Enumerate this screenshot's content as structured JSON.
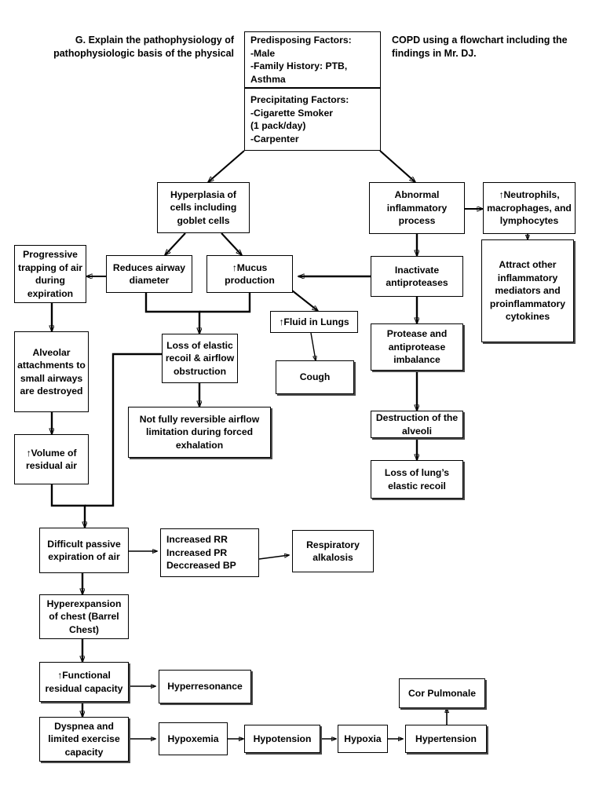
{
  "document": {
    "title": "COPD Pathophysiology Flowchart",
    "header_left": "G. Explain the pathophysiology of pathophysiologic basis of the physical",
    "header_right": "COPD using a flowchart including the findings in Mr. DJ."
  },
  "factors": {
    "predisposing": "Predisposing Factors:\n-Male\n-Family History: PTB, Asthma",
    "precipitating": "Precipitating Factors:\n-Cigarette Smoker\n(1 pack/day)\n-Carpenter"
  },
  "nodes": {
    "hyperplasia": "Hyperplasia of cells including goblet cells",
    "abnormal_inflammatory": "Abnormal inflammatory process",
    "neutrophils": "↑Neutrophils, macrophages, and lymphocytes",
    "progressive_trapping": "Progressive trapping of air during expiration",
    "reduces_airway": "Reduces airway diameter",
    "mucus_production": "↑Mucus production",
    "inactivate_antiproteases": "Inactivate antiproteases",
    "attract_mediators": "Attract other inflammatory mediators and proinflammatory cytokines",
    "fluid_in_lungs": "↑Fluid in Lungs",
    "protease_imbalance": "Protease and antiprotease imbalance",
    "alveolar_attachments": "Alveolar attachments to small airways are destroyed",
    "loss_elastic_recoil": "Loss of elastic recoil & airflow obstruction",
    "cough": "Cough",
    "not_fully_reversible": "Not fully reversible airflow limitation during forced exhalation",
    "destruction_alveoli": "Destruction of the alveoli",
    "volume_residual_air": "↑Volume of residual air",
    "loss_lung_elastic_recoil": "Loss of lung’s elastic recoil",
    "difficult_passive": "Difficult passive expiration of air",
    "vital_signs": "Increased RR\nIncreased PR\nDeccreased BP",
    "respiratory_alkalosis": "Respiratory alkalosis",
    "hyperexpansion": "Hyperexpansion of chest (Barrel Chest)",
    "functional_residual": "↑Functional residual capacity",
    "hyperresonance": "Hyperresonance",
    "cor_pulmonale": "Cor Pulmonale",
    "dyspnea": "Dyspnea and limited exercise capacity",
    "hypoxemia": "Hypoxemia",
    "hypotension": "Hypotension",
    "hypoxia": "Hypoxia",
    "hypertension": "Hypertension"
  },
  "chart_data": {
    "type": "diagram",
    "title": "COPD Pathophysiology Flowchart",
    "node_count": 29,
    "edges": [
      {
        "from": "precipitating",
        "to": "hyperplasia"
      },
      {
        "from": "precipitating",
        "to": "abnormal_inflammatory"
      },
      {
        "from": "hyperplasia",
        "to": "reduces_airway"
      },
      {
        "from": "hyperplasia",
        "to": "mucus_production"
      },
      {
        "from": "reduces_airway",
        "to": "progressive_trapping"
      },
      {
        "from": "reduces_airway",
        "to": "loss_elastic_recoil"
      },
      {
        "from": "mucus_production",
        "to": "loss_elastic_recoil"
      },
      {
        "from": "mucus_production",
        "to": "fluid_in_lungs"
      },
      {
        "from": "abnormal_inflammatory",
        "to": "neutrophils"
      },
      {
        "from": "abnormal_inflammatory",
        "to": "inactivate_antiproteases"
      },
      {
        "from": "neutrophils",
        "to": "attract_mediators"
      },
      {
        "from": "inactivate_antiproteases",
        "to": "mucus_production"
      },
      {
        "from": "inactivate_antiproteases",
        "to": "protease_imbalance"
      },
      {
        "from": "fluid_in_lungs",
        "to": "cough"
      },
      {
        "from": "progressive_trapping",
        "to": "alveolar_attachments"
      },
      {
        "from": "loss_elastic_recoil",
        "to": "not_fully_reversible"
      },
      {
        "from": "loss_elastic_recoil",
        "to": "difficult_passive"
      },
      {
        "from": "protease_imbalance",
        "to": "destruction_alveoli"
      },
      {
        "from": "alveolar_attachments",
        "to": "volume_residual_air"
      },
      {
        "from": "destruction_alveoli",
        "to": "loss_lung_elastic_recoil"
      },
      {
        "from": "volume_residual_air",
        "to": "difficult_passive"
      },
      {
        "from": "difficult_passive",
        "to": "vital_signs"
      },
      {
        "from": "difficult_passive",
        "to": "hyperexpansion"
      },
      {
        "from": "vital_signs",
        "to": "respiratory_alkalosis"
      },
      {
        "from": "hyperexpansion",
        "to": "functional_residual"
      },
      {
        "from": "functional_residual",
        "to": "hyperresonance"
      },
      {
        "from": "functional_residual",
        "to": "dyspnea"
      },
      {
        "from": "dyspnea",
        "to": "hypoxemia"
      },
      {
        "from": "hypoxemia",
        "to": "hypotension"
      },
      {
        "from": "hypotension",
        "to": "hypoxia"
      },
      {
        "from": "hypoxia",
        "to": "hypertension"
      },
      {
        "from": "hypertension",
        "to": "cor_pulmonale"
      }
    ]
  }
}
